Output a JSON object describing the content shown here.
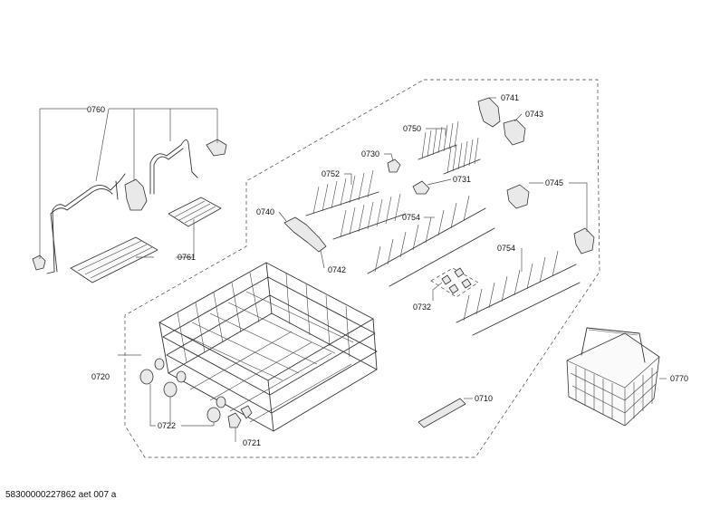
{
  "labels": {
    "p0760": "0760",
    "p0761": "0761",
    "p0740": "0740",
    "p0742": "0742",
    "p0752": "0752",
    "p0730": "0730",
    "p0750": "0750",
    "p0741": "0741",
    "p0743": "0743",
    "p0731": "0731",
    "p0745": "0745",
    "p0754a": "0754",
    "p0754b": "0754",
    "p0732": "0732",
    "p0720": "0720",
    "p0722": "0722",
    "p0721": "0721",
    "p0710": "0710",
    "p0770": "0770"
  },
  "footer": "58300000227862 aet 007 a"
}
